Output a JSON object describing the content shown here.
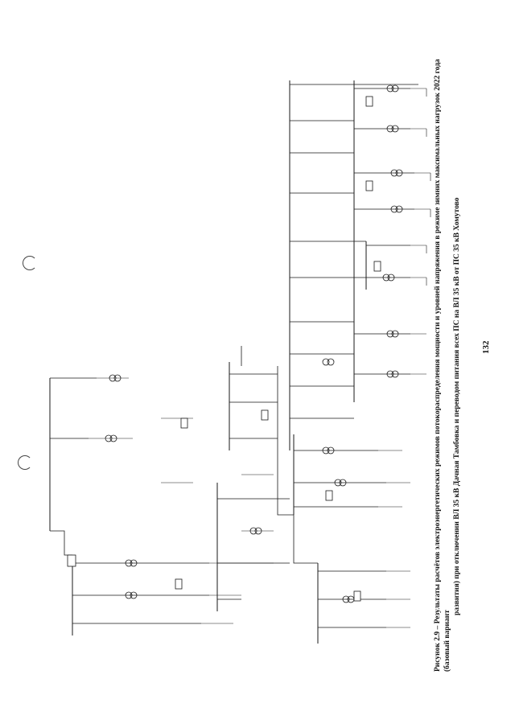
{
  "caption": {
    "line1": "Рисунок 2.9 – Результаты расчётов электроэнергетических режимов потокораспределения мощности и уровней напряжения в режиме зимних максимальных нагрузок 2022 года (базовый вариант",
    "line2": "развития) при отключении ВЛ 35 кВ Дачная Тамбовка и переводом питания всех ПС на ВЛ 35 кВ от ПС 35 кВ Хомутово"
  },
  "page_number": "132",
  "colors": {
    "ink": "#1a1a1a",
    "paper": "#ffffff"
  }
}
